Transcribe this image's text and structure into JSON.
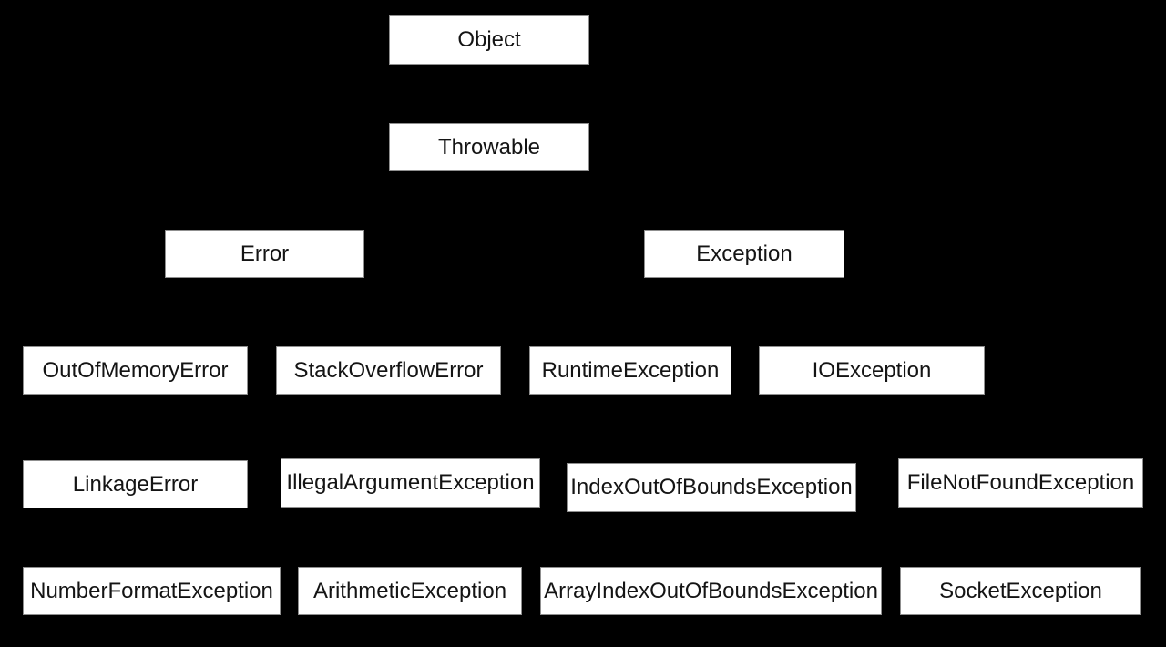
{
  "diagram": {
    "type": "class-hierarchy",
    "colors": {
      "background": "#000000",
      "box_fill": "#ffffff",
      "box_border": "#8f8f8f",
      "box_text": "#141414"
    },
    "rows": [
      {
        "boxes": [
          {
            "label": "Object"
          }
        ]
      },
      {
        "boxes": [
          {
            "label": "Throwable"
          }
        ]
      },
      {
        "boxes": [
          {
            "label": "Error"
          },
          {
            "label": "Exception"
          }
        ]
      },
      {
        "boxes": [
          {
            "label": "OutOfMemoryError"
          },
          {
            "label": "StackOverflowError"
          },
          {
            "label": "RuntimeException"
          },
          {
            "label": "IOException"
          }
        ]
      },
      {
        "boxes": [
          {
            "label": "LinkageError"
          },
          {
            "label": "IllegalArgumentException"
          },
          {
            "label": "IndexOutOfBoundsException"
          },
          {
            "label": "FileNotFoundException"
          }
        ]
      },
      {
        "boxes": [
          {
            "label": "NumberFormatException"
          },
          {
            "label": "ArithmeticException"
          },
          {
            "label": "ArrayIndexOutOfBoundsException"
          },
          {
            "label": "SocketException"
          }
        ]
      }
    ]
  }
}
